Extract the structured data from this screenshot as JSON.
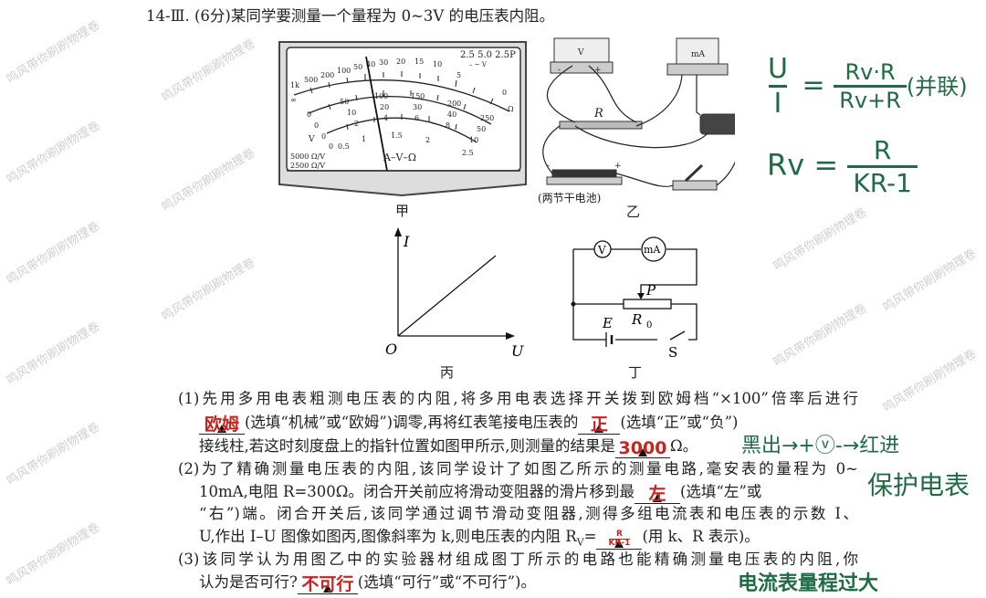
{
  "watermark": "鸣风带你刷刷物理卷",
  "question": {
    "title": "14-Ⅲ. (6分)某同学要测量一个量程为 0~3V 的电压表内阻。",
    "lines": [
      "(1)先用多用电表粗测电压表的内阻,将多用电表选择开关拨到欧姆档“×100”倍率后进行",
      "(选填“机械”或“欧姆”)调零,再将红表笔接电压表的",
      "(选填“正”或“负”)",
      "接线柱,若这时刻度盘上的指针位置如图甲所示,则测量的结果是",
      "Ω。",
      "(2)为了精确测量电压表的内阻,该同学设计了如图乙所示的测量电路,毫安表的量程为 0~",
      "10mA,电阻 R=300Ω。闭合开关前应将滑动变阻器的滑片移到最",
      "(选填“左”或",
      "“右”)端。闭合开关后,该同学通过调节滑动变阻器,测得多组电流表和电压表的示数 I、",
      "U,作出 I–U 图像如图丙,图像斜率为 k,则电压表的内阻 R",
      "V",
      "=",
      "(用 k、R 表示)。",
      "(3)该同学认为用图乙中的实验器材组成图丁所示的电路也能精确测量电压表的内阻,你",
      "认为是否可行?",
      "(选填“可行”或“不可行”)。"
    ]
  },
  "figures": {
    "jia": {
      "label": "甲",
      "ohm_scale": [
        "1k",
        "500",
        "200",
        "100",
        "50",
        "40",
        "30",
        "20",
        "15",
        "10",
        "5",
        "0",
        "∞"
      ],
      "dc_scale_250": [
        "0",
        "50",
        "100",
        "150",
        "200",
        "250"
      ],
      "dc_scale_50": [
        "0",
        "10",
        "20",
        "30",
        "40",
        "50"
      ],
      "dc_scale_10": [
        "0",
        "2",
        "4",
        "6",
        "8",
        "10"
      ],
      "ac_scale": [
        "0",
        "0.5",
        "1",
        "1.5",
        "2",
        "2.5"
      ],
      "corner": "2.5  5.0  2.5P",
      "corner_sub": "–   ~   V",
      "ohm_unit": "Ω",
      "center_text": "A–V–Ω",
      "sens1": "5000 Ω/V",
      "sens2": "2500 Ω/V",
      "v_mark": "V"
    },
    "yi": {
      "label": "乙",
      "resistor": "R",
      "battery_caption": "(两节干电池)",
      "meter_v": "V",
      "meter_ma": "mA",
      "minus": "-",
      "plus": "+"
    },
    "bing": {
      "label": "丙",
      "y_axis": "I",
      "x_axis": "U",
      "origin": "O"
    },
    "ding": {
      "label": "丁",
      "voltmeter": "V",
      "ammeter": "mA",
      "slider": "P",
      "rheostat": "R",
      "rheostat_sub": "0",
      "emf": "E",
      "switch": "S"
    }
  },
  "handwriting": {
    "red": {
      "a1": "欧姆",
      "a2": "正",
      "a3": "3000",
      "a4": "左",
      "a5_num": "R",
      "a5_den": "KR-1",
      "a6": "不可行"
    },
    "green": {
      "eq1_lhs_num": "U",
      "eq1_lhs_den": "I",
      "eq1_eq": "=",
      "eq1_rhs_num": "Rv·R",
      "eq1_rhs_den": "Rv+R",
      "eq1_note": "(并联)",
      "eq2_lhs": "Rv =",
      "eq2_num": "R",
      "eq2_den": "KR-1",
      "note1": "黑出→+ⓥ-→红进",
      "note2": "保护电表",
      "note3": "电流表量程过大"
    }
  },
  "colors": {
    "red_ink": "#c8231e",
    "green_ink": "#1f6b45"
  }
}
